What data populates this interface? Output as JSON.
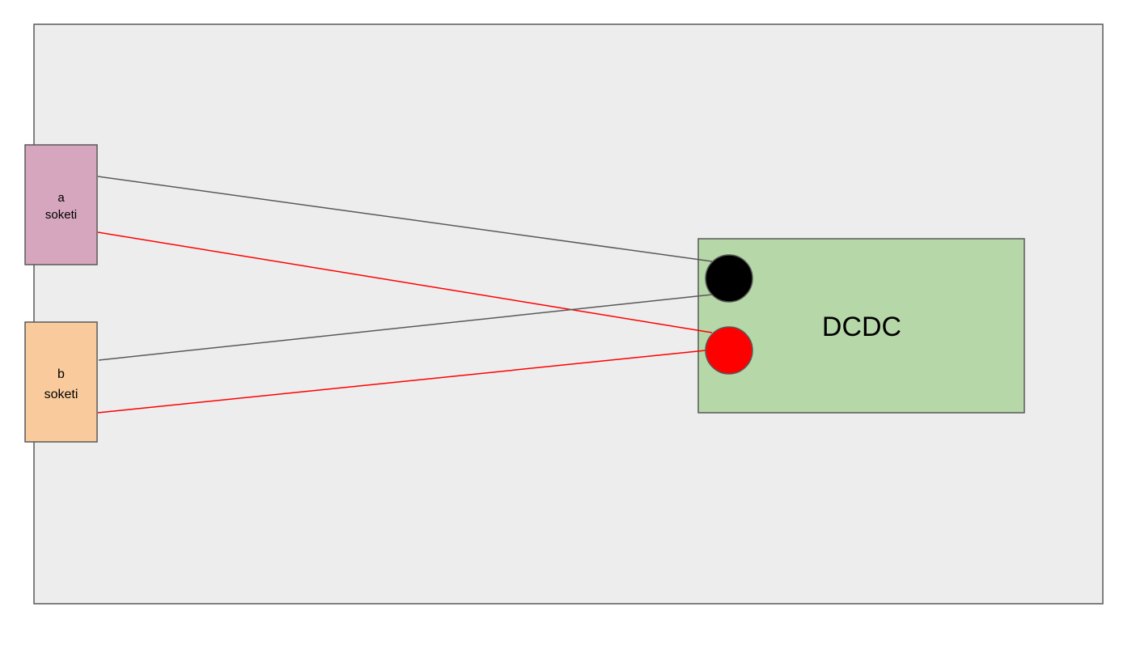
{
  "diagram": {
    "sockets": [
      {
        "id": "a",
        "lines": [
          "a",
          "soketi"
        ],
        "fill": "#d5a6bd"
      },
      {
        "id": "b",
        "lines": [
          "b",
          "soketi"
        ],
        "fill": "#f9cb9c"
      }
    ],
    "converter": {
      "label": "DCDC",
      "fill": "#b6d7a8"
    },
    "terminals": [
      {
        "id": "negative",
        "fill": "#000000"
      },
      {
        "id": "positive",
        "fill": "#ff0000"
      }
    ],
    "wire_colors": {
      "ground": "#595959",
      "power": "#ff0000"
    },
    "background_fill": "#ededed",
    "stroke": "#595959"
  }
}
